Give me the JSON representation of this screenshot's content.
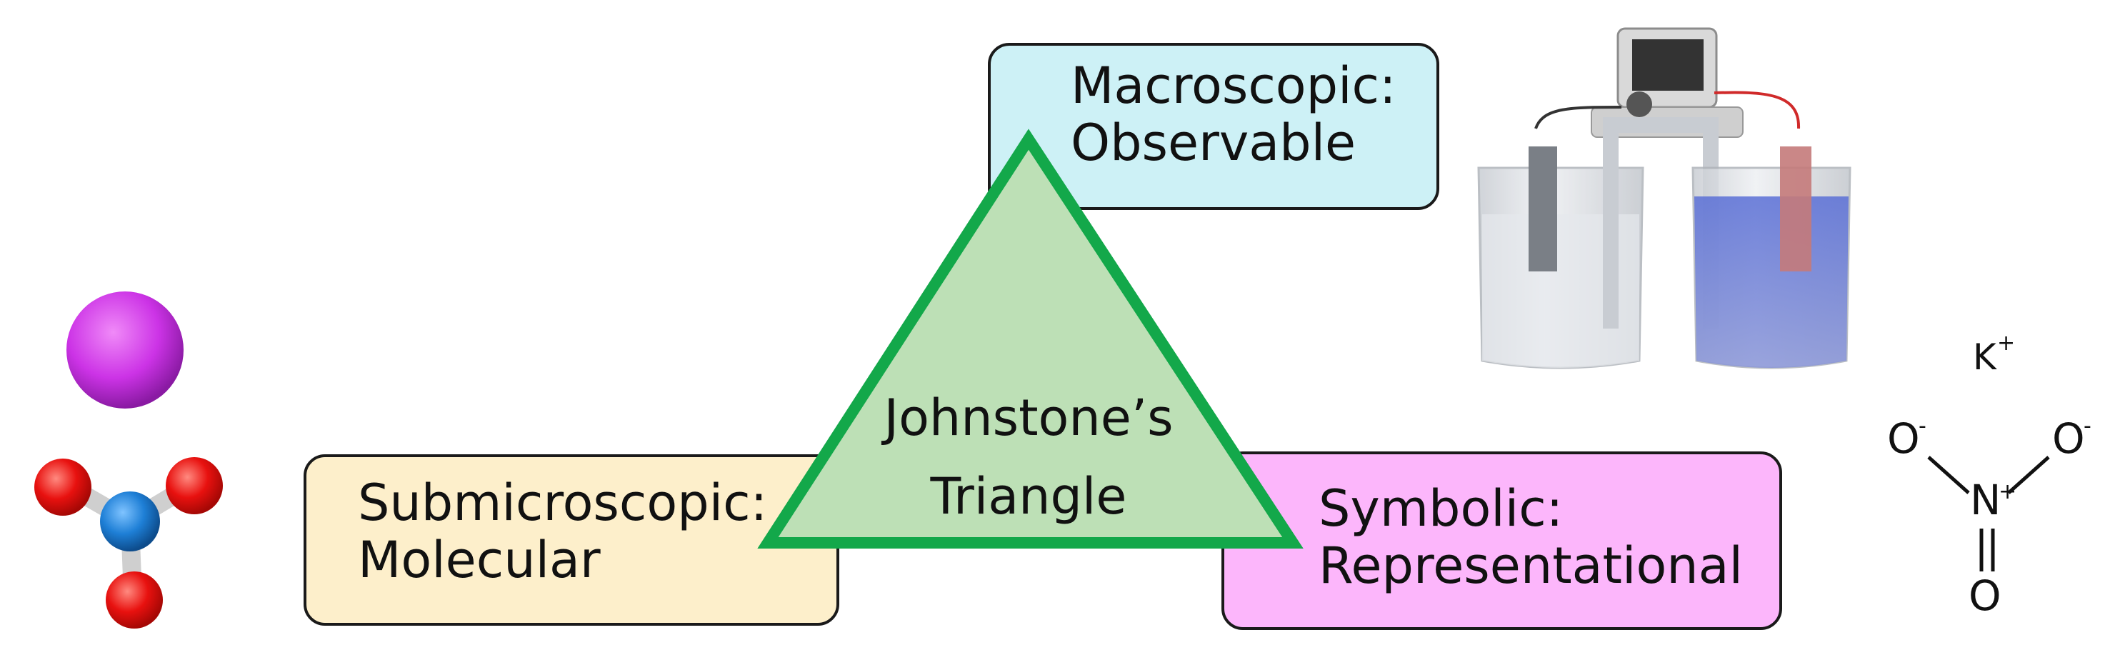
{
  "center": {
    "line1": "Johnstone’s",
    "line2": "Triangle"
  },
  "macroscopic": {
    "line1": "Macroscopic:",
    "line2": "Observable"
  },
  "submicroscopic": {
    "line1": "Submicroscopic:",
    "line2": "Molecular"
  },
  "symbolic": {
    "line1": "Symbolic:",
    "line2": "Representational"
  },
  "formula": {
    "cation": "K",
    "cation_charge": "+",
    "oxygen": "O",
    "nitrogen": "N",
    "minus": "-",
    "plus": "+"
  },
  "colors": {
    "triangle_stroke": "#13a84a",
    "triangle_fill": "#bde0b6",
    "macroscopic_fill": "#cdf1f6",
    "submicroscopic_fill": "#fdefcb",
    "symbolic_fill": "#fcb6fb",
    "potassium_ion": "#cc33e6",
    "oxygen_atom": "#e8110f",
    "nitrogen_atom": "#1e7fd6"
  }
}
